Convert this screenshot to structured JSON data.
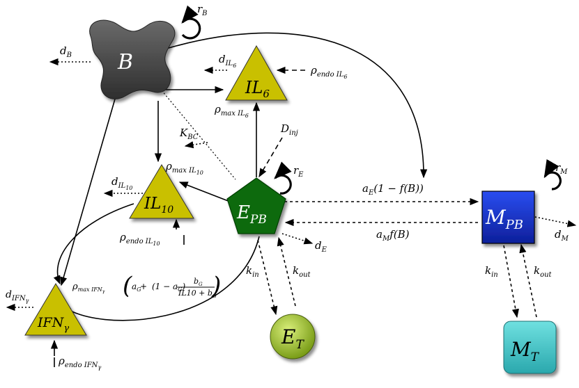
{
  "nodes": {
    "B": {
      "label": "B"
    },
    "IL6": {
      "label": "IL",
      "sub": "6"
    },
    "IL10": {
      "label": "IL",
      "sub": "10"
    },
    "IFN": {
      "label": "IFN",
      "sub": "γ"
    },
    "EPB": {
      "label": "E",
      "sub": "PB"
    },
    "MPB": {
      "label": "M",
      "sub": "PB"
    },
    "ET": {
      "label": "E",
      "sub": "T"
    },
    "MT": {
      "label": "M",
      "sub": "T"
    }
  },
  "labels": {
    "rB": {
      "main": "r",
      "sub": "B"
    },
    "dB": {
      "main": "d",
      "sub": "B"
    },
    "dIL6": {
      "main": "d",
      "sub": "IL",
      "subsub": "6"
    },
    "rhoEndoIL6": {
      "main": "ρ",
      "sub": "endo IL",
      "subsub": "6"
    },
    "rhoMaxIL6": {
      "main": "ρ",
      "sub": "max IL",
      "subsub": "6"
    },
    "KBC": {
      "main": "K",
      "sub": "BC"
    },
    "Dinj": {
      "main": "D",
      "sub": "inj"
    },
    "rhoMaxIL10": {
      "main": "ρ",
      "sub": "max IL",
      "subsub": "10"
    },
    "dIL10": {
      "main": "d",
      "sub": "IL",
      "subsub": "10"
    },
    "rE": {
      "main": "r",
      "sub": "E"
    },
    "rhoEndoIL10": {
      "main": "ρ",
      "sub": "endo IL",
      "subsub": "10"
    },
    "dIFN": {
      "main": "d",
      "sub": "IFN",
      "subsub": "γ"
    },
    "rhoEndoIFN": {
      "main": "ρ",
      "sub": "endo IFN",
      "subsub": "γ"
    },
    "dE": {
      "main": "d",
      "sub": "E"
    },
    "kinE": {
      "main": "k",
      "sub": "in"
    },
    "koutE": {
      "main": "k",
      "sub": "out"
    },
    "aE": {
      "text": "a",
      "sub": "E",
      "tail": "(1 − f(B))"
    },
    "aM": {
      "text": "a",
      "sub": "M",
      "tail": "f(B)"
    },
    "rM": {
      "main": "r",
      "sub": "M"
    },
    "dM": {
      "main": "d",
      "sub": "M"
    },
    "kinM": {
      "main": "k",
      "sub": "in"
    },
    "koutM": {
      "main": "k",
      "sub": "out"
    },
    "formula": {
      "rho": "ρ",
      "rhoSub": "max IFN",
      "rhoSubSub": "γ",
      "open": "(",
      "aG": "a",
      "aGsub": "G",
      "plus": " + ",
      "oneMinus": "(1 − a",
      "oneMinusSub": "G",
      "close1": ")",
      "num": "b",
      "numSub": "G",
      "den": "IL10 + b",
      "denSub": "G",
      "close": ")"
    }
  },
  "colors": {
    "B": "#4a4a4a",
    "triangle": "#c9c000",
    "EPB": "#0b6b0b",
    "MPB": "#1530c8",
    "ET": "#9cbf2a",
    "MT": "#3fc4c8"
  }
}
